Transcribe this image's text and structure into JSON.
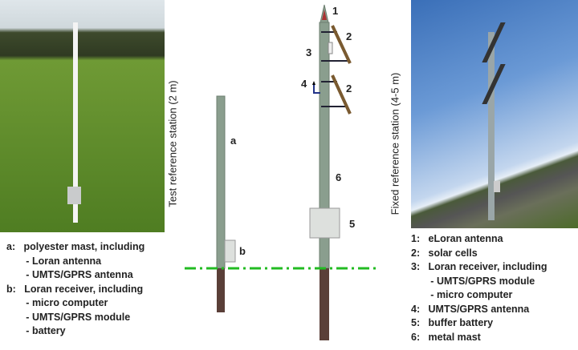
{
  "left_caption": [
    "a:   polyester mast, including",
    "       - Loran antenna",
    "       - UMTS/GPRS antenna",
    "b:   Loran receiver, including",
    "       - micro computer",
    "       - UMTS/GPRS module",
    "       - battery"
  ],
  "right_caption": [
    "1:   eLoran antenna",
    "2:   solar cells",
    "3:   Loran receiver, including",
    "       - UMTS/GPRS module",
    "       - micro computer",
    "4:   UMTS/GPRS antenna",
    "5:   buffer battery",
    "6:   metal mast"
  ],
  "test_station_label": "Test  reference  station  (2 m)",
  "fixed_station_label": "Fixed  reference  station  (4-5 m)",
  "diagram_labels": {
    "a": "a",
    "b": "b",
    "n1": "1",
    "n2a": "2",
    "n2b": "2",
    "n3": "3",
    "n4": "4",
    "n5": "5",
    "n6": "6"
  },
  "colors": {
    "mast": "#8a9e8e",
    "underground": "#5a3f38",
    "ground_line": "#22bb22",
    "solar": "#7a5a30"
  }
}
